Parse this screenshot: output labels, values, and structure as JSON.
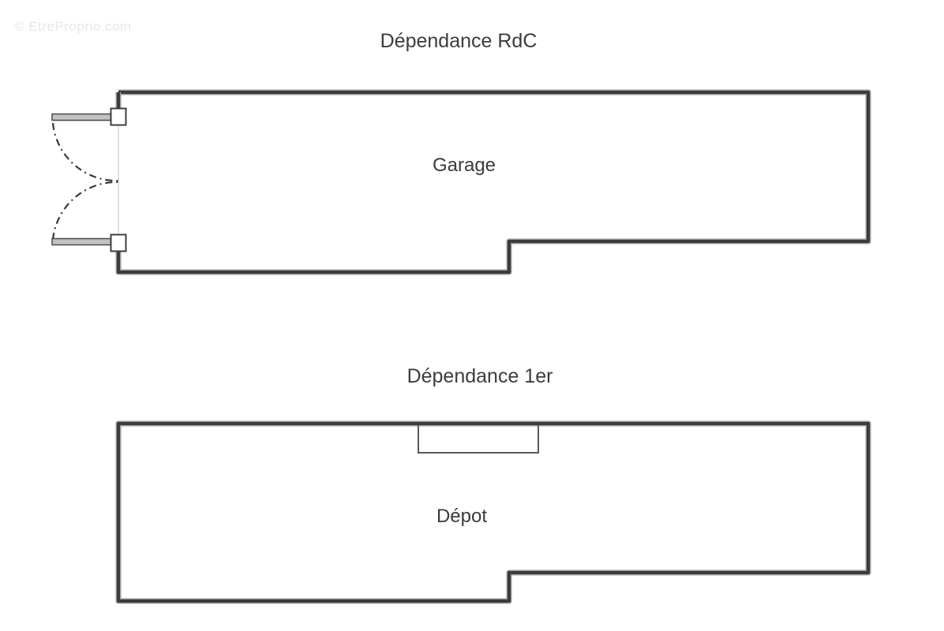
{
  "watermark": "© EtreProprio.com",
  "plans": [
    {
      "title": "Dépendance RdC",
      "room": "Garage"
    },
    {
      "title": "Dépendance 1er",
      "room": "Dépot"
    }
  ],
  "icons": {
    "garage_double_door": "double-door-swing",
    "upper_floor_opening": "wall-recess-rectangle"
  },
  "colors": {
    "background": "#ffffff",
    "wall_core": "#3b3b3b",
    "wall_edge": "#9b9b9b",
    "title_text": "#3c3c3c",
    "room_text": "#3a3a3a",
    "watermark_text": "#e7e7e7",
    "door_opening_line": "#d9d9d9",
    "detail_line": "#5a5a5a"
  }
}
